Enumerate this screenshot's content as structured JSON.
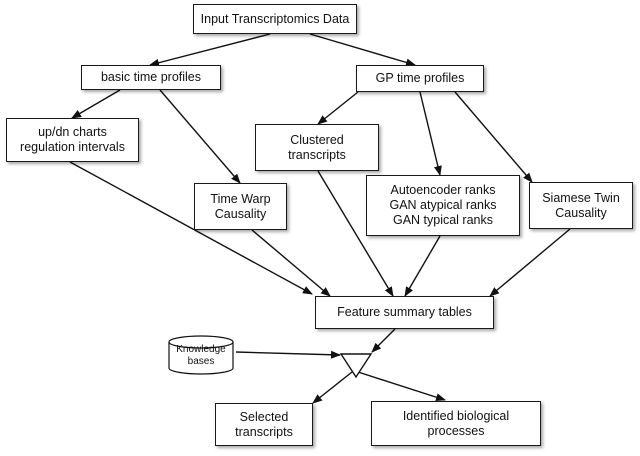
{
  "nodes": {
    "input": "Input Transcriptomics Data",
    "basic": "basic time profiles",
    "gp": "GP time profiles",
    "updn": "up/dn charts\nregulation intervals",
    "clustered": "Clustered\ntranscripts",
    "timewarp": "Time Warp\nCausality",
    "ranks": "Autoencoder ranks\nGAN atypical ranks\nGAN typical ranks",
    "siamese": "Siamese Twin\nCausality",
    "feature": "Feature summary tables",
    "knowledge": "Knowledge\nbases",
    "selected": "Selected\ntranscripts",
    "identified": "Identified biological\nprocesses"
  }
}
